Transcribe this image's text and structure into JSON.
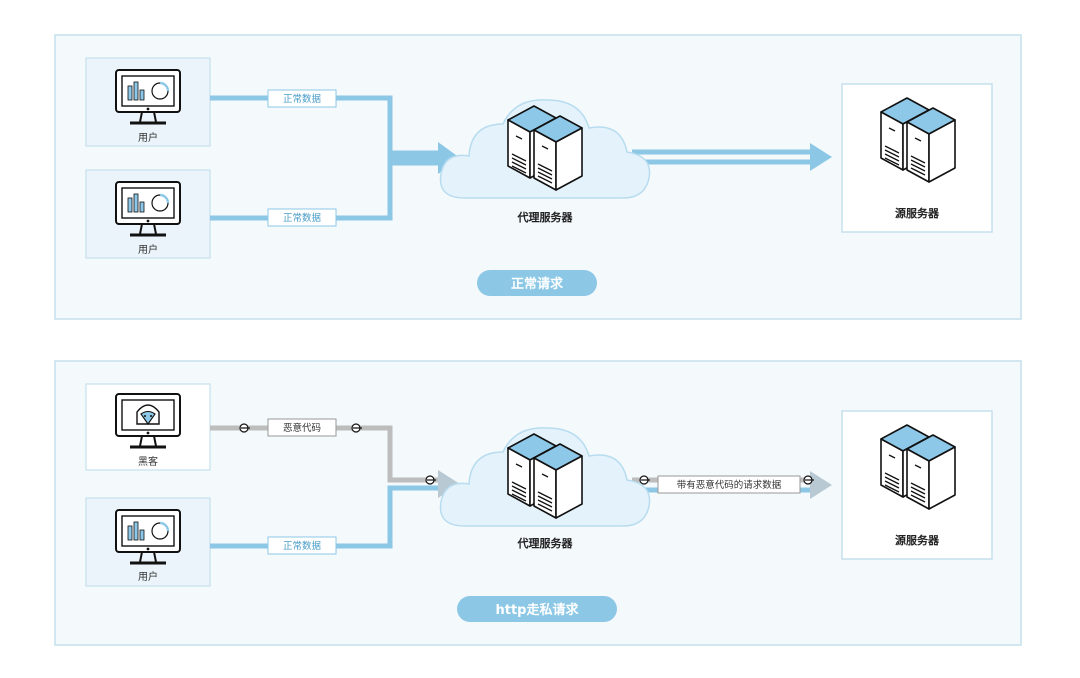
{
  "colors": {
    "panel_bg": "#f4f9fc",
    "panel_border": "#c6e0ee",
    "arrow_blue": "#8cc8e6",
    "arrow_gray": "#bdbdbd",
    "label_border": "#8cc8e6",
    "label_text": "#4a9cc8",
    "title_pill": "#8cc8e6",
    "cloud_fill": "#e4f3fb",
    "server_top": "#8ec8e8",
    "outline": "#111111"
  },
  "normal": {
    "user_top": {
      "label": "用户",
      "edge_label": "正常数据"
    },
    "user_bottom": {
      "label": "用户",
      "edge_label": "正常数据"
    },
    "proxy_label": "代理服务器",
    "origin_label": "源服务器",
    "title": "正常请求"
  },
  "smuggling": {
    "hacker": {
      "label": "黑客",
      "edge_label": "恶意代码"
    },
    "user": {
      "label": "用户",
      "edge_label": "正常数据"
    },
    "proxy_label": "代理服务器",
    "proxy_edge_label": "带有恶意代码的请求数据",
    "origin_label": "源服务器",
    "title": "http走私请求"
  }
}
